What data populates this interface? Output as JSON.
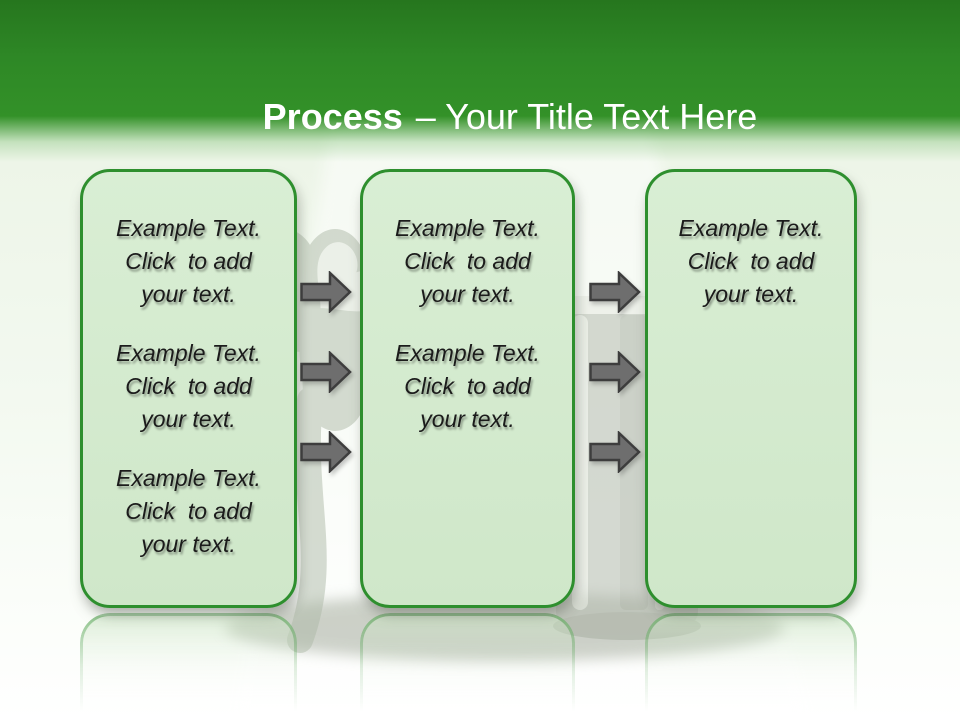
{
  "slide_title": {
    "bold": "Process",
    "rest": "– Your Title Text Here"
  },
  "process_boxes": [
    {
      "id": "step-1",
      "paragraphs": [
        {
          "lines": [
            "Example Text.",
            "Click  to add",
            "your text."
          ]
        },
        {
          "lines": [
            "Example Text.",
            "Click  to add",
            "your text."
          ]
        },
        {
          "lines": [
            "Example Text.",
            "Click  to add",
            "your text."
          ]
        }
      ]
    },
    {
      "id": "step-2",
      "paragraphs": [
        {
          "lines": [
            "Example Text.",
            "Click  to add",
            "your text."
          ]
        },
        {
          "lines": [
            "Example Text.",
            "Click  to add",
            "your text."
          ]
        }
      ]
    },
    {
      "id": "step-3",
      "paragraphs": [
        {
          "lines": [
            "Example Text.",
            "Click  to add",
            "your text."
          ]
        }
      ]
    }
  ],
  "arrows": {
    "glyph": "right-block-arrow",
    "between_step_1_and_2": 3,
    "between_step_2_and_3": 3
  },
  "colors": {
    "header_green_dark": "#26761e",
    "header_green": "#339128",
    "box_fill": "#d5ebd0",
    "box_border": "#2e8f2e",
    "arrow_fill": "#6e6e6e",
    "arrow_outline": "#3d3d3d",
    "title_text": "#ffffff",
    "body_text": "#1b1b1b"
  }
}
